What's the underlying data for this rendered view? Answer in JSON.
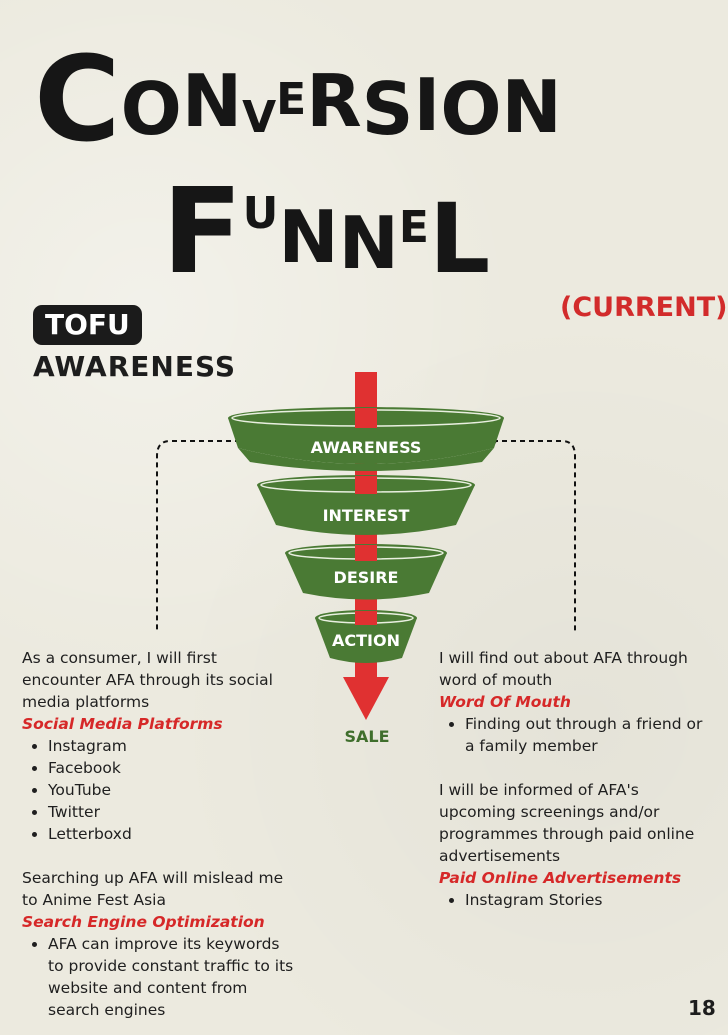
{
  "title": {
    "line1_letters": [
      "C",
      "O",
      "N",
      "V",
      "E",
      "R",
      "S",
      "I",
      "O",
      "N"
    ],
    "line2_letters": [
      "F",
      "U",
      "N",
      "N",
      "E",
      "L"
    ]
  },
  "current_label": "(CURRENT)",
  "tofu_badge": "TOFU",
  "section_heading": "AWARENESS",
  "funnel": {
    "stages": [
      "AWARENESS",
      "INTEREST",
      "DESIRE",
      "ACTION"
    ],
    "end_label": "SALE",
    "colors": {
      "funnel_green": "#4a7a34",
      "arrow_red": "#e03131",
      "sale_green": "#3f6e2c"
    }
  },
  "left_column": {
    "intro": "As a consumer, I will first encounter AFA through its social media platforms",
    "social_heading": "Social Media Platforms",
    "social_items": [
      "Instagram",
      "Facebook",
      "YouTube",
      "Twitter",
      "Letterboxd"
    ],
    "search_intro": "Searching up AFA will mislead me to Anime Fest Asia",
    "seo_heading": "Search Engine Optimization",
    "seo_items": [
      "AFA can improve its keywords to provide constant traffic to its website and content from search engines"
    ]
  },
  "right_column": {
    "intro": "I will find out about AFA through word of mouth",
    "wom_heading": "Word Of Mouth",
    "wom_items": [
      "Finding out through a friend or a family member"
    ],
    "ads_intro": "I will be informed of AFA's upcoming screenings and/or programmes through paid online advertisements",
    "ads_heading": "Paid Online Advertisements",
    "ads_items": [
      "Instagram Stories"
    ]
  },
  "page_number": "18"
}
